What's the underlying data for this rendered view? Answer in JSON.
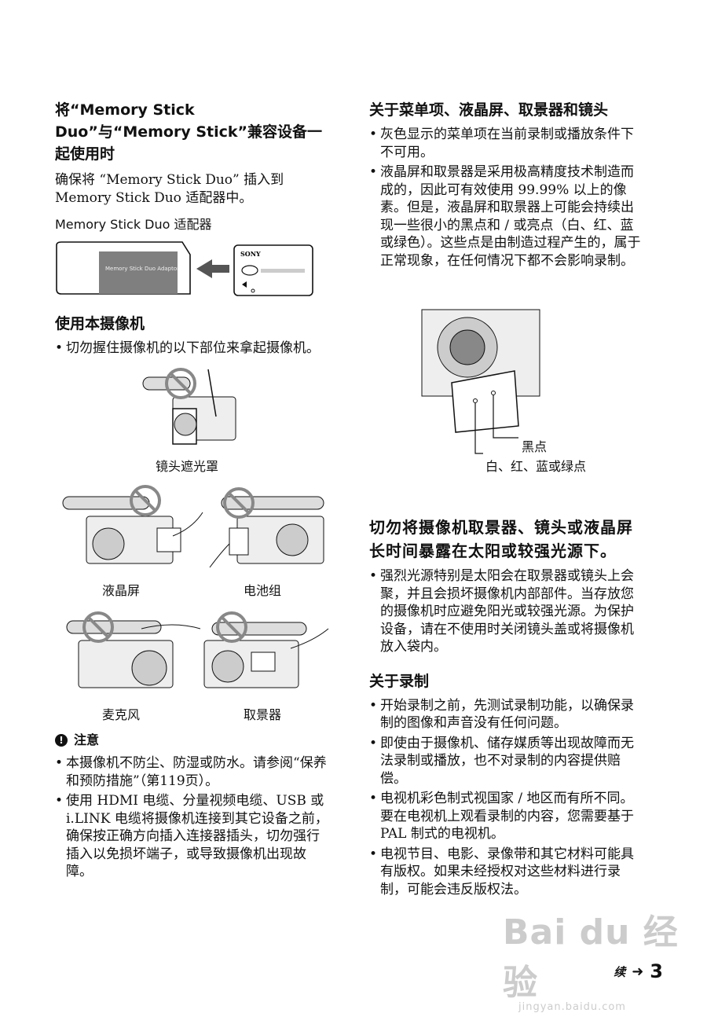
{
  "left": {
    "sec1": {
      "title": "将“Memory Stick Duo”与“Memory Stick”兼容设备一起使用时",
      "body": "确保将 “Memory Stick Duo” 插入到 Memory Stick Duo 适配器中。",
      "adaptor_label": "Memory Stick Duo 适配器",
      "adaptor_text": "Memory Stick Duo Adaptor",
      "card_brand": "SONY"
    },
    "sec2": {
      "title": "使用本摄像机",
      "bullet": "切勿握住摄像机的以下部位来拿起摄像机。",
      "captions": {
        "hood": "镜头遮光罩",
        "lcd": "液晶屏",
        "battery": "电池组",
        "mic": "麦克风",
        "viewfinder": "取景器"
      }
    },
    "notes": {
      "title": "注意",
      "items": [
        "本摄像机不防尘、防湿或防水。请参阅“保养和预防措施”（第119页）。",
        "使用 HDMI 电缆、分量视频电缆、USB 或 i.LINK 电缆将摄像机连接到其它设备之前，确保按正确方向插入连接器插头，切勿强行插入以免损坏端子，或导致摄像机出现故障。"
      ]
    }
  },
  "right": {
    "sec1": {
      "title": "关于菜单项、液晶屏、取景器和镜头",
      "items": [
        "灰色显示的菜单项在当前录制或播放条件下不可用。",
        "液晶屏和取景器是采用极高精度技术制造而成的，因此可有效使用 99.99% 以上的像素。但是，液晶屏和取景器上可能会持续出现一些很小的黑点和 / 或亮点（白、红、蓝或绿色）。这些点是由制造过程产生的，属于正常现象，在任何情况下都不会影响录制。"
      ],
      "label_black": "黑点",
      "label_color": "白、红、蓝或绿点"
    },
    "sec2": {
      "title": "切勿将摄像机取景器、镜头或液晶屏长时间暴露在太阳或较强光源下。",
      "items": [
        "强烈光源特别是太阳会在取景器或镜头上会聚，并且会损坏摄像机内部部件。当存放您的摄像机时应避免阳光或较强光源。为保护设备，请在不使用时关闭镜头盖或将摄像机放入袋内。"
      ]
    },
    "sec3": {
      "title": "关于录制",
      "items": [
        "开始录制之前，先测试录制功能，以确保录制的图像和声音没有任何问题。",
        "即使由于摄像机、储存媒质等出现故障而无法录制或播放，也不对录制的内容提供赔偿。",
        "电视机彩色制式视国家 / 地区而有所不同。要在电视机上观看录制的内容，您需要基于 PAL 制式的电视机。",
        "电视节目、电影、录像带和其它材料可能具有版权。如果未经授权对这些材料进行录制，可能会违反版权法。"
      ]
    }
  },
  "footer": {
    "continued": "续",
    "page": "3"
  },
  "watermark": {
    "logo": "Bai du 经验",
    "url": "jingyan.baidu.com"
  }
}
